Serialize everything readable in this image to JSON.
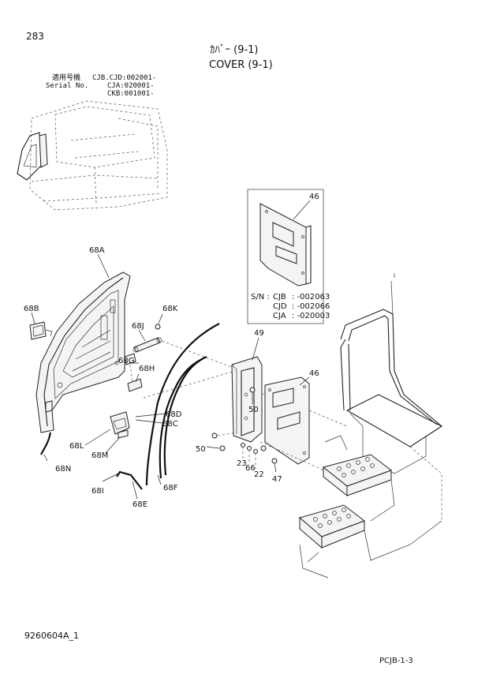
{
  "page_number": "283",
  "title_jp": "ｶﾊﾞｰ (9-1)",
  "title_en": "COVER (9-1)",
  "serial": {
    "label_jp": "適用号機",
    "label_en": "Serial No.",
    "lines": [
      "CJB.CJD:002001-",
      "CJA:020001-",
      "CKB:001001-"
    ]
  },
  "inset": {
    "sn_label": "S/N :",
    "rows": [
      {
        "code": "CJB",
        "value": ": -002063"
      },
      {
        "code": "CJD",
        "value": ": -002066"
      },
      {
        "code": "CJA",
        "value": ": -020003"
      }
    ]
  },
  "callouts": [
    "46",
    "68A",
    "68B",
    "68K",
    "68J",
    "68G",
    "68H",
    "68D",
    "68C",
    "68L",
    "68M",
    "68N",
    "68I",
    "68E",
    "68F",
    "49",
    "46",
    "50",
    "50",
    "23",
    "66",
    "22",
    "47"
  ],
  "footer_left": "9260604A_1",
  "footer_right": "PCJB-1-3"
}
